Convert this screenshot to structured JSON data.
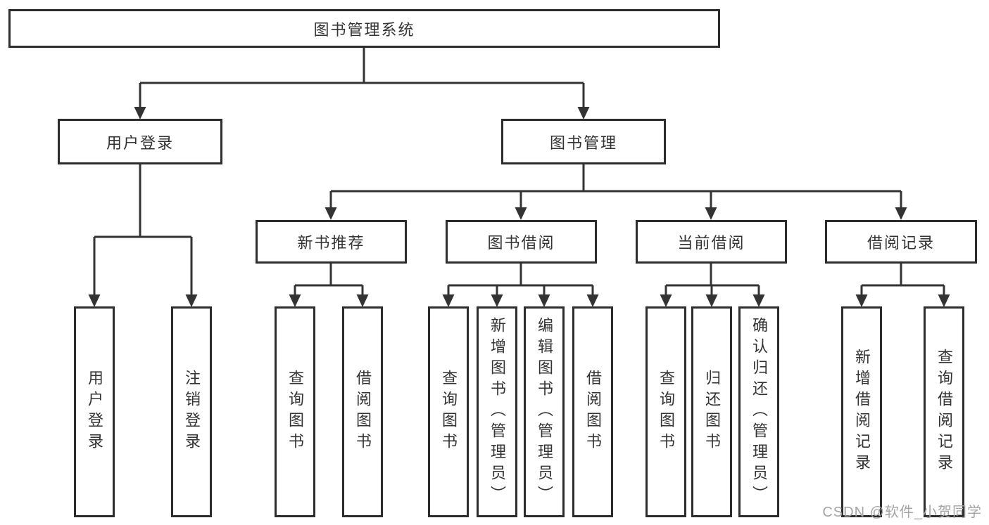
{
  "watermark": "CSDN @软件_小贺同学",
  "colors": {
    "line": "#333333",
    "box_border": "#2d2d2d",
    "text": "#333333",
    "watermark": "#a4a4a4",
    "background": "#ffffff"
  },
  "tree": {
    "root": {
      "label": "图书管理系统"
    },
    "branches": [
      {
        "label": "用户登录",
        "children": [
          {
            "label": "用户登录"
          },
          {
            "label": "注销登录"
          }
        ]
      },
      {
        "label": "图书管理",
        "children": [
          {
            "label": "新书推荐",
            "children": [
              {
                "label": "查询图书"
              },
              {
                "label": "借阅图书"
              }
            ]
          },
          {
            "label": "图书借阅",
            "children": [
              {
                "label": "查询图书"
              },
              {
                "label": "新增图书（管理员）"
              },
              {
                "label": "编辑图书（管理员）"
              },
              {
                "label": "借阅图书"
              }
            ]
          },
          {
            "label": "当前借阅",
            "children": [
              {
                "label": "查询图书"
              },
              {
                "label": "归还图书"
              },
              {
                "label": "确认归还（管理员）"
              }
            ]
          },
          {
            "label": "借阅记录",
            "children": [
              {
                "label": "新增借阅记录"
              },
              {
                "label": "查询借阅记录"
              }
            ]
          }
        ]
      }
    ]
  }
}
